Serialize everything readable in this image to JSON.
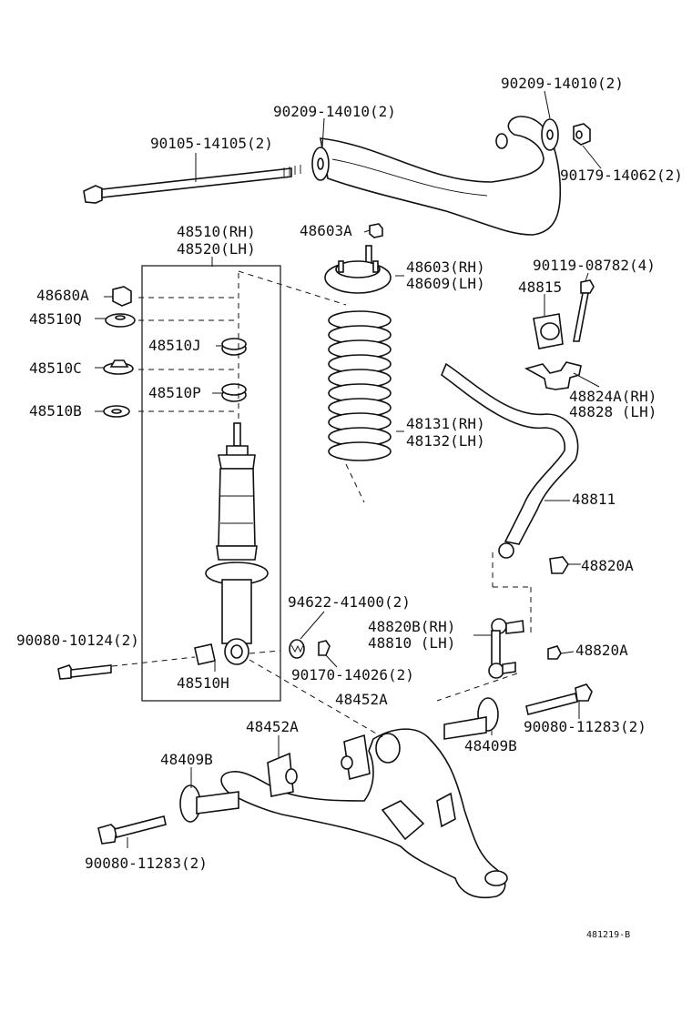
{
  "labels": {
    "l01": "90209-14010(2)",
    "l02": "90209-14010(2)",
    "l03": "90105-14105(2)",
    "l04": "90179-14062(2)",
    "l05": "48510(RH)",
    "l06": "48520(LH)",
    "l07": "48603A",
    "l08": "48603(RH)",
    "l09": "48609(LH)",
    "l10": "90119-08782(4)",
    "l11": "48815",
    "l12": "48680A",
    "l13": "48510Q",
    "l14": "48510J",
    "l15": "48510C",
    "l16": "48510P",
    "l17": "48510B",
    "l18": "48824A(RH)",
    "l19": "48828  (LH)",
    "l20": "48131(RH)",
    "l21": "48132(LH)",
    "l22": "48811",
    "l23": "48820A",
    "l24": "94622-41400(2)",
    "l25": "48820B(RH)",
    "l26": "48810  (LH)",
    "l27": "48820A",
    "l28": "90080-10124(2)",
    "l29": "90170-14026(2)",
    "l30": "48510H",
    "l31": "48452A",
    "l32": "90080-11283(2)",
    "l33": "48452A",
    "l34": "48409B",
    "l35": "48409B",
    "l36": "90080-11283(2)",
    "l37": "481219-B"
  }
}
